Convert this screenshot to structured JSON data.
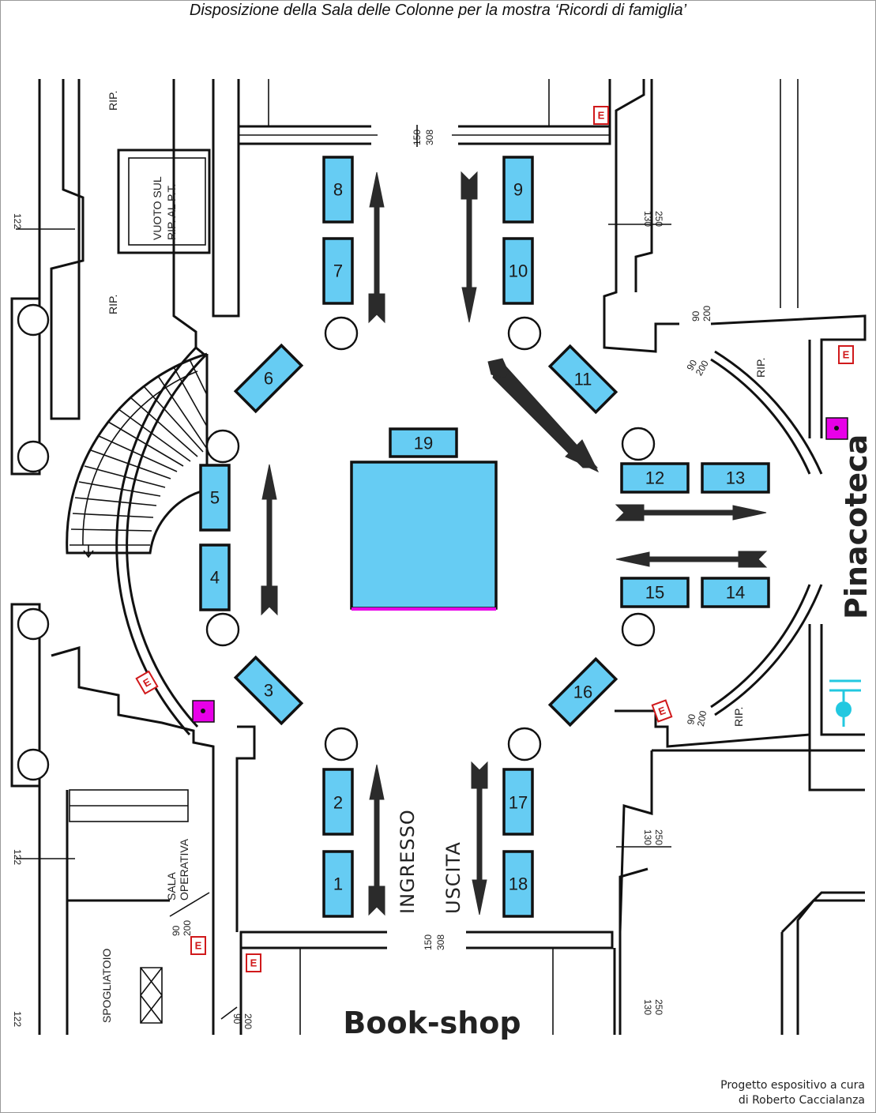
{
  "title": "Disposizione della Sala delle Colonne per la mostra ‘Ricordi di famiglia’",
  "credit": {
    "line1": "Progetto espositivo a cura",
    "line2": "di Roberto Caccialanza"
  },
  "rooms": {
    "pinacoteca": "Pinacoteca",
    "bookshop": "Book-shop",
    "spogliatoio": "SPOGLIATOIO",
    "sala_operativa": [
      "SALA",
      "OPERATIVA"
    ],
    "vuoto": [
      "VUOTO SUL",
      "RIP. AL P.T."
    ]
  },
  "flow": {
    "ingresso": "INGRESSO",
    "uscita": "USCITA"
  },
  "labels": {
    "rip": "RIP.",
    "exit": "E"
  },
  "dimensions": {
    "door_main": [
      "150",
      "308"
    ],
    "door_side": [
      "90",
      "200"
    ],
    "window": [
      "130",
      "250"
    ],
    "window_left": "122"
  },
  "colors": {
    "vitrine": "#66ccf3",
    "accent_magenta": "#e800e8",
    "exit_red": "#d0191b",
    "hydrant": "#22c8e0"
  },
  "vitrines": [
    {
      "id": "1"
    },
    {
      "id": "2"
    },
    {
      "id": "3"
    },
    {
      "id": "4"
    },
    {
      "id": "5"
    },
    {
      "id": "6"
    },
    {
      "id": "7"
    },
    {
      "id": "8"
    },
    {
      "id": "9"
    },
    {
      "id": "10"
    },
    {
      "id": "11"
    },
    {
      "id": "12"
    },
    {
      "id": "13"
    },
    {
      "id": "14"
    },
    {
      "id": "15"
    },
    {
      "id": "16"
    },
    {
      "id": "17"
    },
    {
      "id": "18"
    },
    {
      "id": "19"
    }
  ]
}
